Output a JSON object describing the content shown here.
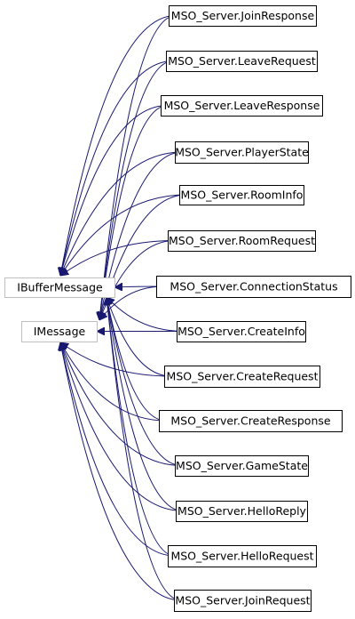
{
  "diagram": {
    "type": "inheritance-graph",
    "edge_color": "#191970",
    "interface_border_color": "#bfbfbf",
    "interfaces": [
      {
        "id": "ibuffer",
        "label": "IBufferMessage"
      },
      {
        "id": "imessage",
        "label": "IMessage"
      }
    ],
    "classes": [
      {
        "id": "join-response",
        "label": "MSO_Server.JoinResponse"
      },
      {
        "id": "leave-request",
        "label": "MSO_Server.LeaveRequest"
      },
      {
        "id": "leave-response",
        "label": "MSO_Server.LeaveResponse"
      },
      {
        "id": "player-state",
        "label": "MSO_Server.PlayerState"
      },
      {
        "id": "room-info",
        "label": "MSO_Server.RoomInfo"
      },
      {
        "id": "room-request",
        "label": "MSO_Server.RoomRequest"
      },
      {
        "id": "connection-status",
        "label": "MSO_Server.ConnectionStatus"
      },
      {
        "id": "create-info",
        "label": "MSO_Server.CreateInfo"
      },
      {
        "id": "create-request",
        "label": "MSO_Server.CreateRequest"
      },
      {
        "id": "create-response",
        "label": "MSO_Server.CreateResponse"
      },
      {
        "id": "game-state",
        "label": "MSO_Server.GameState"
      },
      {
        "id": "hello-reply",
        "label": "MSO_Server.HelloReply"
      },
      {
        "id": "hello-request",
        "label": "MSO_Server.HelloRequest"
      },
      {
        "id": "join-request",
        "label": "MSO_Server.JoinRequest"
      }
    ],
    "edges": [
      {
        "from": "join-response",
        "to": "ibuffer"
      },
      {
        "from": "join-response",
        "to": "imessage"
      },
      {
        "from": "leave-request",
        "to": "ibuffer"
      },
      {
        "from": "leave-request",
        "to": "imessage"
      },
      {
        "from": "leave-response",
        "to": "ibuffer"
      },
      {
        "from": "leave-response",
        "to": "imessage"
      },
      {
        "from": "player-state",
        "to": "ibuffer"
      },
      {
        "from": "player-state",
        "to": "imessage"
      },
      {
        "from": "room-info",
        "to": "ibuffer"
      },
      {
        "from": "room-info",
        "to": "imessage"
      },
      {
        "from": "room-request",
        "to": "ibuffer"
      },
      {
        "from": "room-request",
        "to": "imessage"
      },
      {
        "from": "connection-status",
        "to": "ibuffer"
      },
      {
        "from": "connection-status",
        "to": "imessage"
      },
      {
        "from": "create-info",
        "to": "ibuffer"
      },
      {
        "from": "create-info",
        "to": "imessage"
      },
      {
        "from": "create-request",
        "to": "ibuffer"
      },
      {
        "from": "create-request",
        "to": "imessage"
      },
      {
        "from": "create-response",
        "to": "ibuffer"
      },
      {
        "from": "create-response",
        "to": "imessage"
      },
      {
        "from": "game-state",
        "to": "ibuffer"
      },
      {
        "from": "game-state",
        "to": "imessage"
      },
      {
        "from": "hello-reply",
        "to": "ibuffer"
      },
      {
        "from": "hello-reply",
        "to": "imessage"
      },
      {
        "from": "hello-request",
        "to": "ibuffer"
      },
      {
        "from": "hello-request",
        "to": "imessage"
      },
      {
        "from": "join-request",
        "to": "ibuffer"
      },
      {
        "from": "join-request",
        "to": "imessage"
      }
    ]
  }
}
